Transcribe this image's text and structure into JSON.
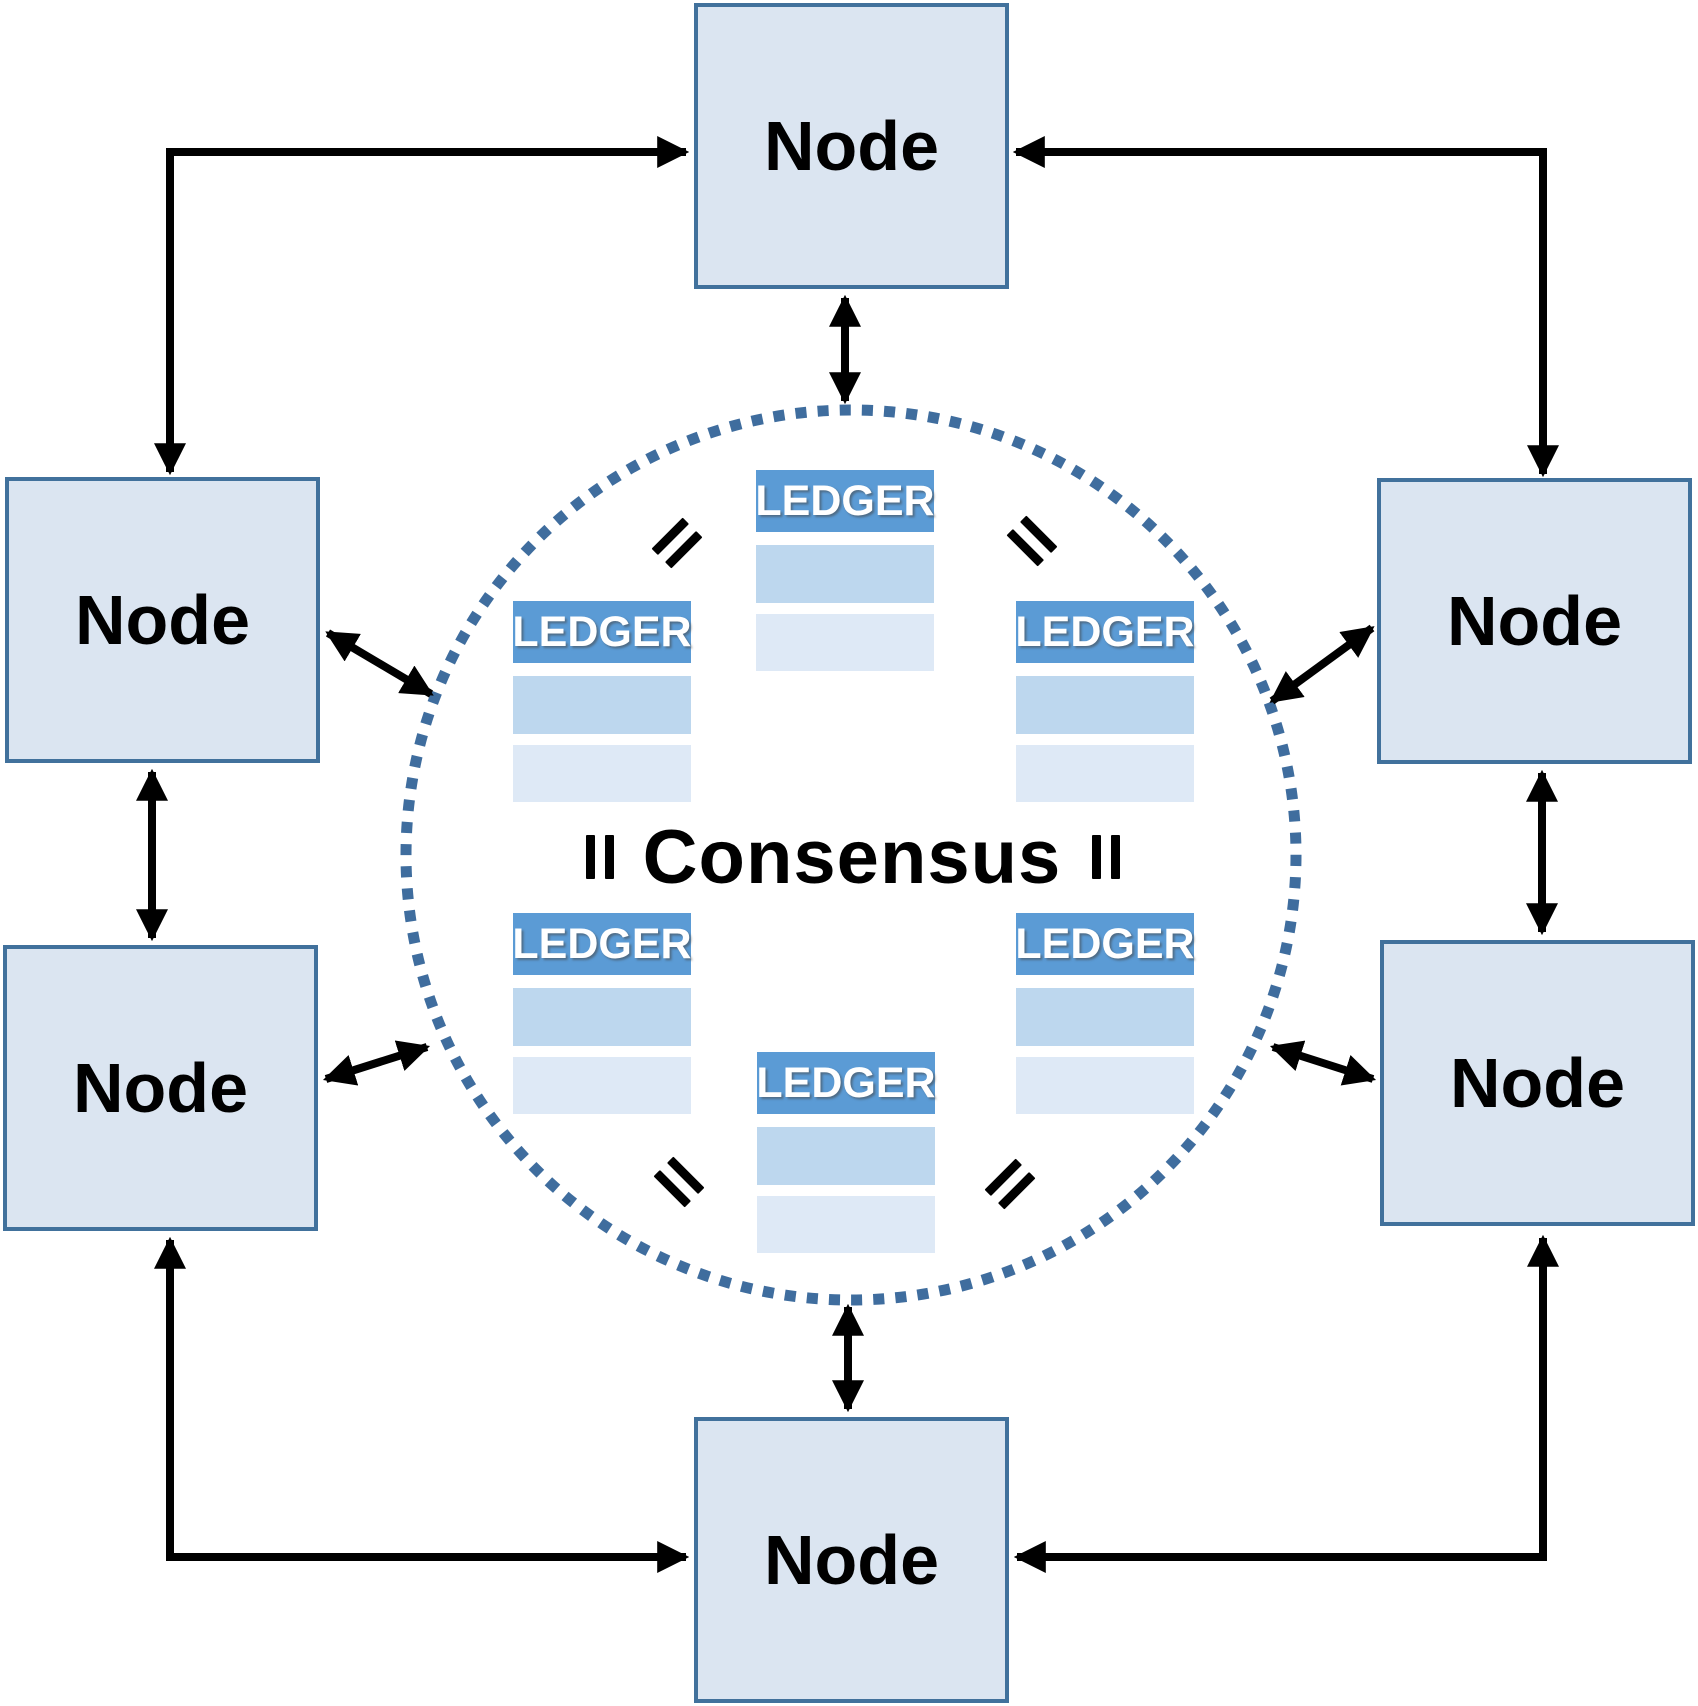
{
  "diagram": {
    "type": "consensus-network",
    "description_elements": [
      "Node",
      "LEDGER",
      "Consensus"
    ]
  },
  "nodes": [
    {
      "position": "top",
      "label": "Node"
    },
    {
      "position": "upper-left",
      "label": "Node"
    },
    {
      "position": "upper-right",
      "label": "Node"
    },
    {
      "position": "lower-left",
      "label": "Node"
    },
    {
      "position": "lower-right",
      "label": "Node"
    },
    {
      "position": "bottom",
      "label": "Node"
    }
  ],
  "ledgers": [
    {
      "position": "top-center",
      "title": "LEDGER",
      "rows": 2
    },
    {
      "position": "middle-left",
      "title": "LEDGER",
      "rows": 2
    },
    {
      "position": "middle-right",
      "title": "LEDGER",
      "rows": 2
    },
    {
      "position": "lower-left",
      "title": "LEDGER",
      "rows": 2
    },
    {
      "position": "lower-right",
      "title": "LEDGER",
      "rows": 2
    },
    {
      "position": "bottom-center",
      "title": "LEDGER",
      "rows": 2
    }
  ],
  "center": {
    "label": "Consensus"
  },
  "icons": {
    "equals_sign": "=",
    "equals_positions": [
      "top-left",
      "top-right",
      "middle-left",
      "middle-right",
      "bottom-left",
      "bottom-right"
    ],
    "double_arrow": "↔"
  },
  "connections": [
    {
      "from": "node-upper-left",
      "to": "node-top",
      "style": "elbow",
      "arrows": "both"
    },
    {
      "from": "node-upper-right",
      "to": "node-top",
      "style": "elbow",
      "arrows": "both"
    },
    {
      "from": "node-lower-left",
      "to": "node-bottom",
      "style": "elbow",
      "arrows": "both"
    },
    {
      "from": "node-lower-right",
      "to": "node-bottom",
      "style": "elbow",
      "arrows": "both"
    },
    {
      "from": "node-upper-left",
      "to": "node-lower-left",
      "style": "straight",
      "arrows": "both"
    },
    {
      "from": "node-upper-right",
      "to": "node-lower-right",
      "style": "straight",
      "arrows": "both"
    },
    {
      "from": "node-top",
      "to": "consensus-circle",
      "style": "straight",
      "arrows": "both"
    },
    {
      "from": "node-bottom",
      "to": "consensus-circle",
      "style": "straight",
      "arrows": "both"
    },
    {
      "from": "node-upper-left",
      "to": "consensus-circle",
      "style": "diagonal",
      "arrows": "both"
    },
    {
      "from": "node-upper-right",
      "to": "consensus-circle",
      "style": "diagonal",
      "arrows": "both"
    },
    {
      "from": "node-lower-left",
      "to": "consensus-circle",
      "style": "diagonal",
      "arrows": "both"
    },
    {
      "from": "node-lower-right",
      "to": "consensus-circle",
      "style": "diagonal",
      "arrows": "both"
    }
  ],
  "colors": {
    "node_fill": "#dbe5f1",
    "node_border": "#41719c",
    "ledger_header": "#5b9bd5",
    "ledger_row_medium": "#bdd7ee",
    "ledger_row_light": "#dee9f6",
    "circle_dotted": "#3f6d9e",
    "connector": "#000000",
    "node_text": "#000000",
    "ledger_text": "#ffffff"
  }
}
